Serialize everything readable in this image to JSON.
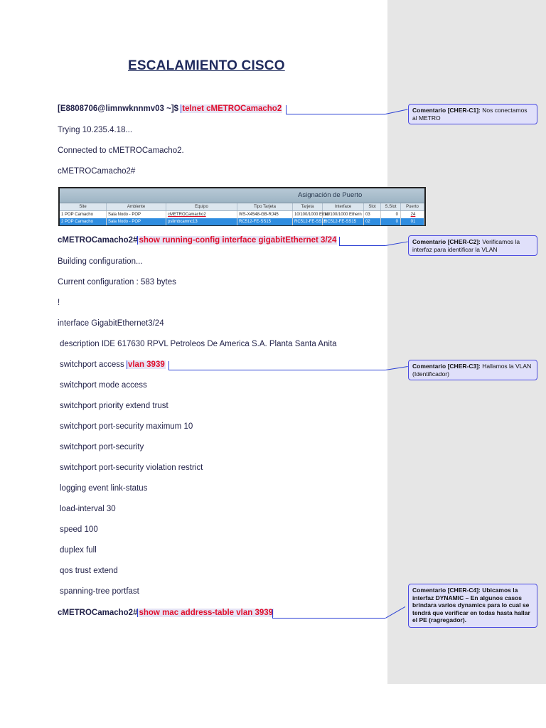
{
  "title": "ESCALAMIENTO CISCO",
  "lines": {
    "l1_prefix": "[E8808706@limnwknnmv03 ~]$ ",
    "l1_cmd": "telnet cMETROCamacho2",
    "l2": "Trying 10.235.4.18...",
    "l3": "Connected to cMETROCamacho2.",
    "l4": "cMETROCamacho2#",
    "l5_prefix": "cMETROCamacho2#",
    "l5_cmd": "show running-config interface gigabitEthernet 3/24",
    "l6": "Building configuration...",
    "l7": "Current configuration : 583 bytes",
    "l8": "!",
    "l9": "interface GigabitEthernet3/24",
    "l10": "description IDE 617630 RPVL Petroleos De America S.A. Planta Santa Anita",
    "l11_prefix": "switchport access ",
    "l11_cmd": "vlan 3939",
    "l12": "switchport mode access",
    "l13": "switchport priority extend trust",
    "l14": "switchport port-security maximum 10",
    "l15": "switchport port-security",
    "l16": "switchport port-security violation restrict",
    "l17": "logging event link-status",
    "l18": "load-interval 30",
    "l19": "speed 100",
    "l20": "duplex full",
    "l21": "qos trust extend",
    "l22": "spanning-tree portfast",
    "l23_prefix": "cMETROCamacho2#",
    "l23_cmd": "show mac address-table vlan 3939"
  },
  "comments": {
    "c1_tag": "Comentario [CHER-C1]:",
    "c1_text": "Nos conectamos al METRO",
    "c2_tag": "Comentario [CHER-C2]:",
    "c2_text": "Verificamos la interfaz para identificar la VLAN",
    "c3_tag": "Comentario [CHER-C3]:",
    "c3_text": "Hallamos la VLAN (Identificador)",
    "c4_tag": "Comentario [CHER-C4]:",
    "c4_text": "Ubicamos la interfaz DYNAMIC – En algunos casos brindara varios dynamics para lo cual se tendrá que verificar en todas hasta hallar el PE (ragregador)."
  },
  "port_table": {
    "title": "Asignación de Puerto",
    "columns": [
      "Site",
      "Ambiente",
      "Equipo",
      "Tipo Tarjeta",
      "Tarjeta",
      "Interface",
      "Slot",
      "S.Slot",
      "Puerto"
    ],
    "rows": [
      [
        "1 POP Camacho",
        "Sala Nodo - POP",
        "cMETROCamacho2",
        "WS-X4548-GB-RJ45",
        "10/100/1000 Ether",
        "10/100/1000 Ethern",
        "03",
        "0",
        "24"
      ],
      [
        "2 POP Camacho",
        "Sala Nodo - POP",
        "pslimbcamnc13",
        "RC512-FE-SS15",
        "RC512-FE-SS15",
        "RC512-FE-SS15",
        "02",
        "0",
        "01"
      ]
    ]
  },
  "colors": {
    "highlight_text": "#e0102c",
    "comment_bg": "#e0e0fa",
    "comment_border": "#4a4ae0",
    "pane_bg": "#e6e6e6"
  }
}
